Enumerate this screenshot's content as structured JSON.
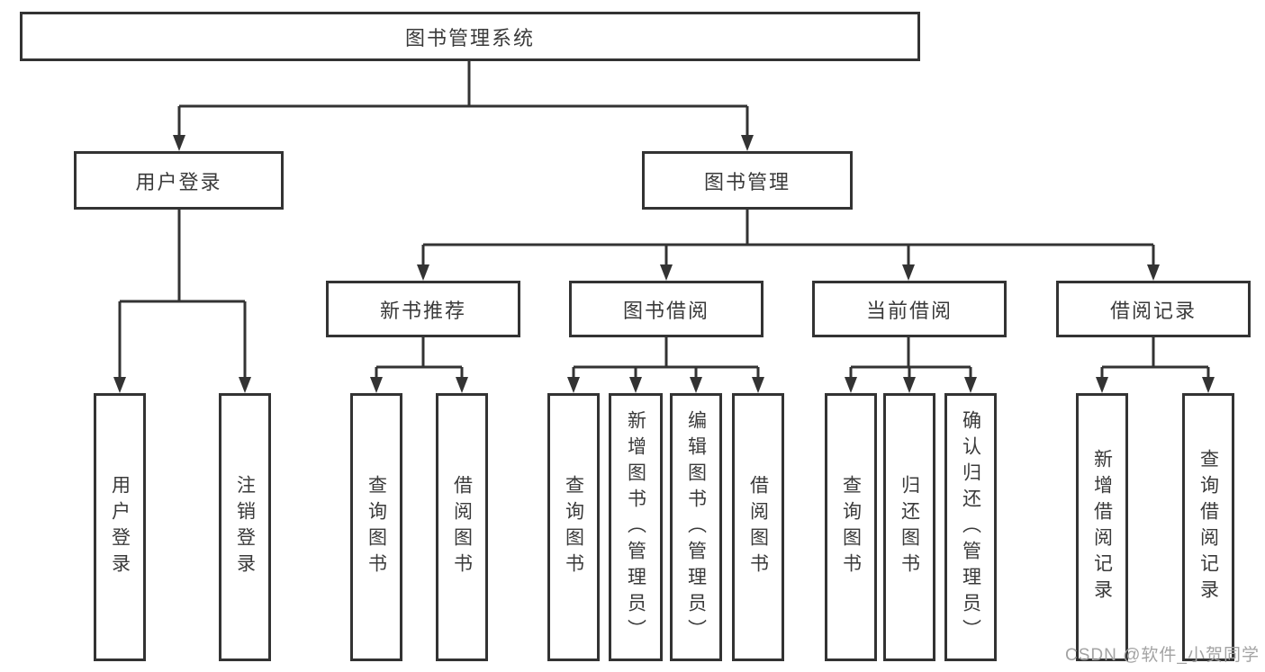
{
  "colors": {
    "line": "#333333",
    "text": "#3a3a3a",
    "background": "#ffffff",
    "watermark": "#a3a3a3"
  },
  "tree": {
    "root": {
      "label": "图书管理系统"
    },
    "branches": [
      {
        "label": "用户登录",
        "children": [
          {
            "label": "用户登录"
          },
          {
            "label": "注销登录"
          }
        ]
      },
      {
        "label": "图书管理",
        "children": [
          {
            "label": "新书推荐",
            "children": [
              {
                "label": "查询图书"
              },
              {
                "label": "借阅图书"
              }
            ]
          },
          {
            "label": "图书借阅",
            "children": [
              {
                "label": "查询图书"
              },
              {
                "label": "新增图书（管理员）"
              },
              {
                "label": "编辑图书（管理员）"
              },
              {
                "label": "借阅图书"
              }
            ]
          },
          {
            "label": "当前借阅",
            "children": [
              {
                "label": "查询图书"
              },
              {
                "label": "归还图书"
              },
              {
                "label": "确认归还（管理员）"
              }
            ]
          },
          {
            "label": "借阅记录",
            "children": [
              {
                "label": "新增借阅记录"
              },
              {
                "label": "查询借阅记录"
              }
            ]
          }
        ]
      }
    ]
  },
  "watermark": {
    "text": "CSDN @软件_小贺同学"
  }
}
